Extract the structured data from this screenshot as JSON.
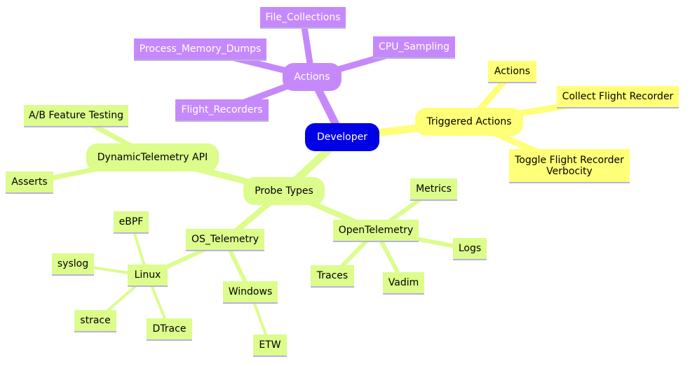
{
  "colors": {
    "root": "#0000e6",
    "actions_branch": "#c689fb",
    "triggered_branch": "#ffff78",
    "probe_branch": "#dcfc8c",
    "leaf_underline": "#b7b3dd"
  },
  "mindmap": {
    "root": "Developer",
    "actions": {
      "label": "Actions",
      "children": [
        "File_Collections",
        "Process_Memory_Dumps",
        "CPU_Sampling",
        "Flight_Recorders"
      ]
    },
    "triggered_actions": {
      "label": "Triggered Actions",
      "children": [
        "Actions",
        "Collect Flight Recorder",
        "Toggle Flight Recorder\nVerbocity"
      ]
    },
    "probe_types": {
      "label": "Probe Types",
      "dynamic_telemetry_api": {
        "label": "DynamicTelemetry API",
        "children": [
          "A/B Feature Testing",
          "Asserts"
        ]
      },
      "os_telemetry": {
        "label": "OS_Telemetry",
        "linux": {
          "label": "Linux",
          "children": [
            "eBPF",
            "syslog",
            "strace",
            "DTrace"
          ]
        },
        "windows": {
          "label": "Windows",
          "children": [
            "ETW"
          ]
        }
      },
      "opentelemetry": {
        "label": "OpenTelemetry",
        "children": [
          "Metrics",
          "Logs",
          "Vadim",
          "Traces"
        ]
      }
    }
  }
}
